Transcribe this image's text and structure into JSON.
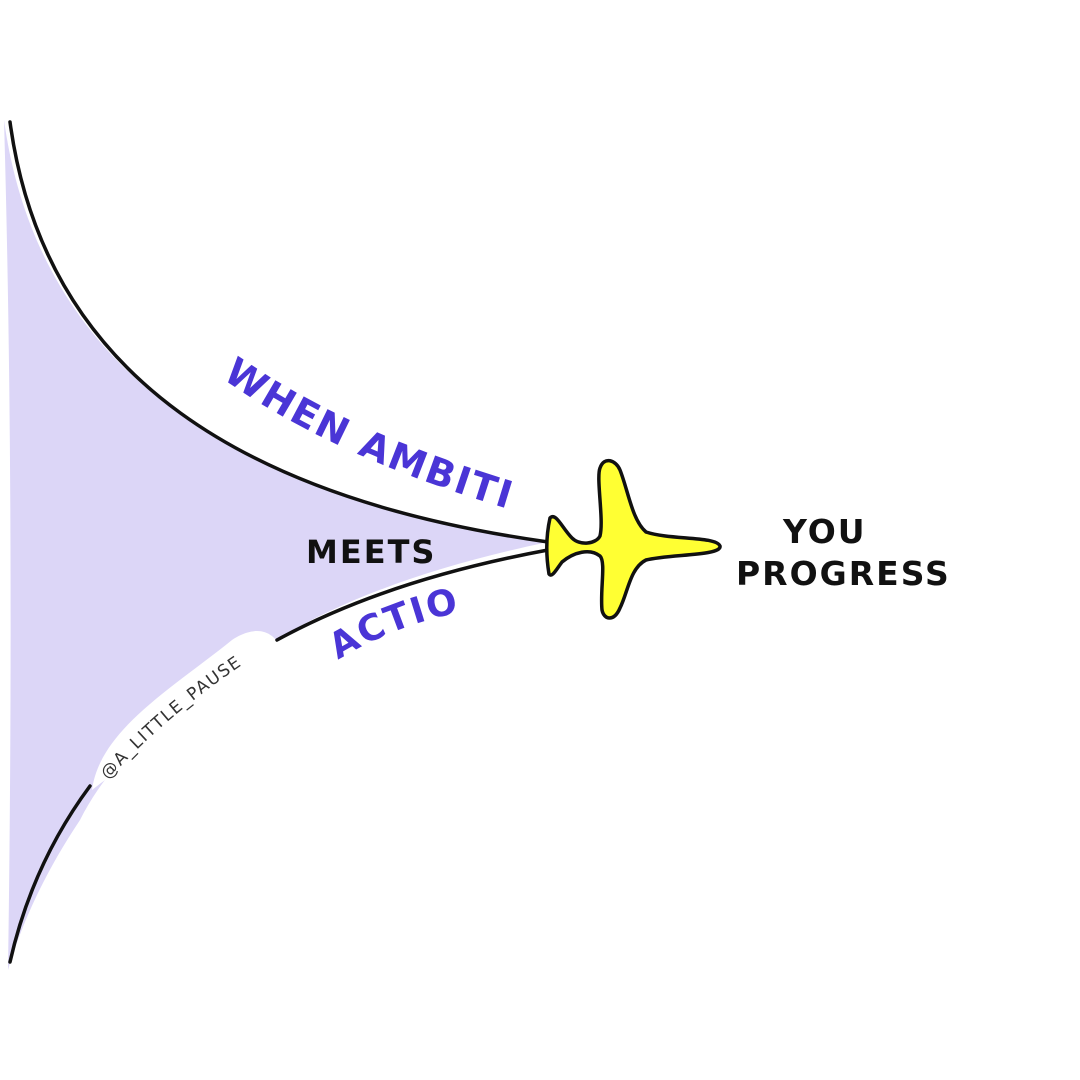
{
  "labels": {
    "top_curve": "WHEN AMBITION",
    "middle": "MEETS",
    "bottom_curve": "ACTION",
    "result_line1": "YOU",
    "result_line2": "PROGRESS",
    "credit": "@A_LITTLE_PAUSE"
  },
  "colors": {
    "fill": "#dcd6f7",
    "curve_label": "#4a35d6",
    "text": "#111111",
    "outline": "#111111",
    "plane": "#ffff33",
    "credit_bg": "#ffffff",
    "credit_text": "#333333"
  },
  "icons": {
    "plane": "airplane-icon"
  }
}
